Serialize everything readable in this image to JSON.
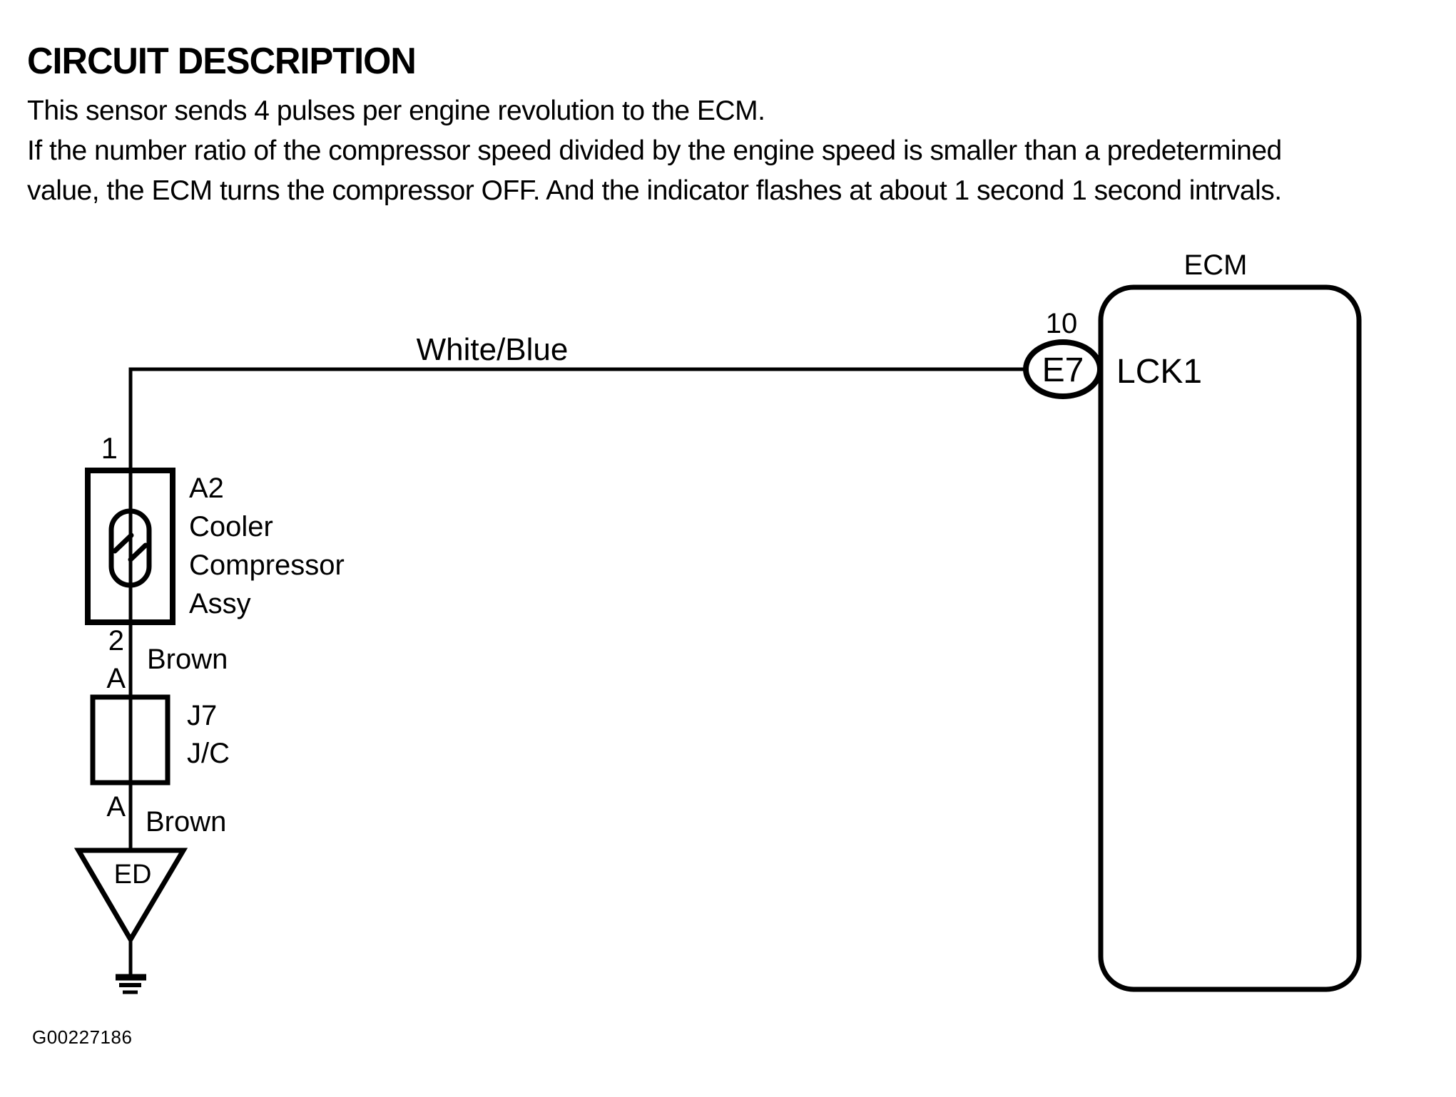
{
  "header": {
    "title": "CIRCUIT DESCRIPTION",
    "description_lines": [
      "This sensor sends 4 pulses per engine revolution to the ECM.",
      "If the number ratio of the compressor speed divided by the engine speed is smaller than a predetermined",
      "value, the ECM turns the compressor OFF. And the indicator flashes at about 1 second 1 second intrvals."
    ]
  },
  "diagram": {
    "wire_color_top": "White/Blue",
    "wire_color_middle": "Brown",
    "wire_color_bottom": "Brown",
    "ecm": {
      "title": "ECM",
      "pin_number": "10",
      "connector_code": "E7",
      "terminal_name": "LCK1"
    },
    "compressor": {
      "pin_top": "1",
      "pin_bottom": "2",
      "name_lines": [
        "A2",
        "Cooler",
        "Compressor",
        "Assy"
      ]
    },
    "junction": {
      "pin_top": "A",
      "pin_bottom": "A",
      "code": "J7",
      "type_label": "J/C"
    },
    "ground": {
      "label": "ED"
    },
    "line_color": "#000000",
    "background_color": "#ffffff"
  },
  "footer": {
    "figure_id": "G00227186"
  }
}
